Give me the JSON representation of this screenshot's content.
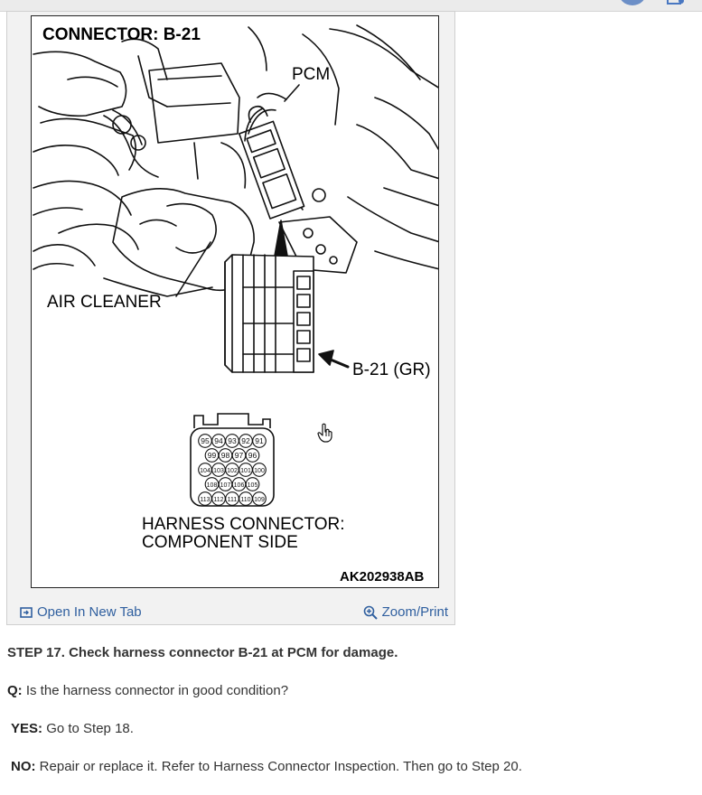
{
  "figure": {
    "title": "CONNECTOR: B-21",
    "pcm_label": "PCM",
    "air_cleaner_label": "AIR CLEANER",
    "connector_label": "B-21 (GR)",
    "harness_label_line1": "HARNESS CONNECTOR:",
    "harness_label_line2": "COMPONENT SIDE",
    "figure_code": "AK202938AB",
    "pins": {
      "row1": [
        "95",
        "94",
        "93",
        "92",
        "91"
      ],
      "row2": [
        "99",
        "98",
        "97",
        "96"
      ],
      "row3": [
        "104",
        "103",
        "102",
        "101",
        "100"
      ],
      "row4": [
        "108",
        "107",
        "106",
        "105"
      ],
      "row5": [
        "113",
        "112",
        "111",
        "110",
        "109"
      ]
    }
  },
  "card_actions": {
    "open_new_tab": "Open In New Tab",
    "zoom_print": "Zoom/Print"
  },
  "step": {
    "title": "STEP 17. Check harness connector B-21 at PCM for damage.",
    "q_label": "Q:",
    "q_text": "Is the harness connector in good condition?",
    "yes_label": "YES:",
    "yes_text": "Go to Step 18.",
    "no_label": "NO:",
    "no_text": "Repair or replace it. Refer to Harness Connector Inspection. Then go to Step 20."
  },
  "colors": {
    "link": "#2f5f9f",
    "topbar_avatar": "#6c8fc7"
  },
  "icons": [
    "open-new-tab-icon",
    "zoom-in-icon",
    "hand-cursor-icon"
  ]
}
